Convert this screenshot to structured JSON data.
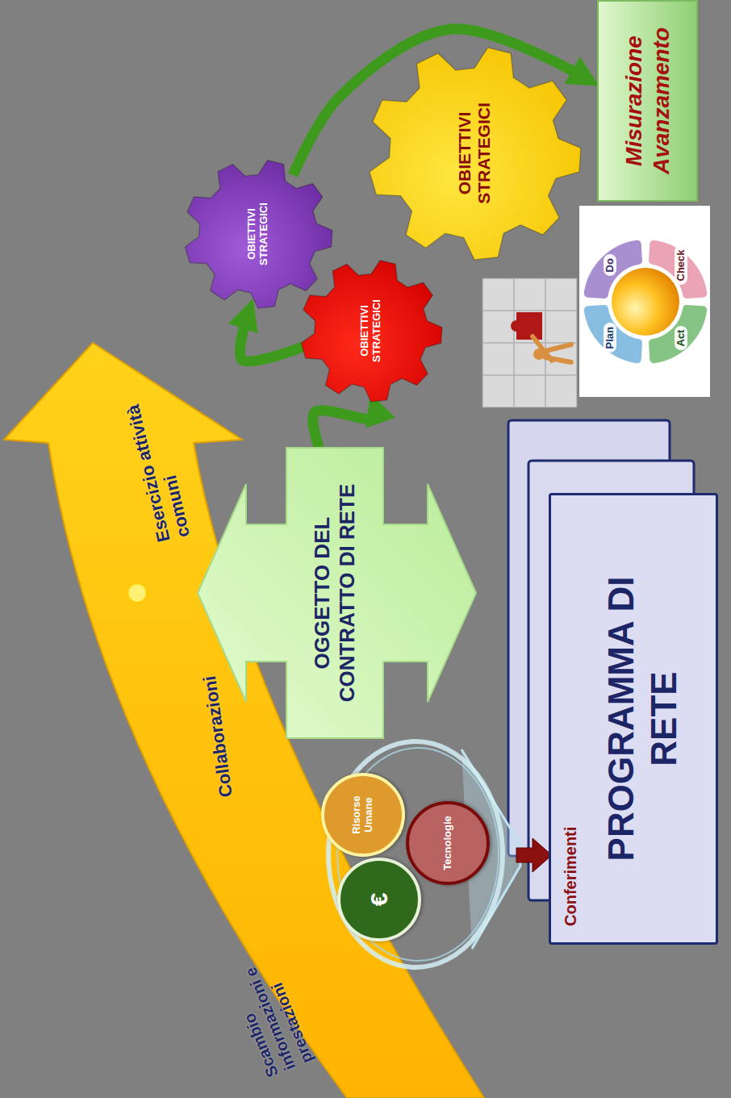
{
  "diagram": {
    "nodes": [
      {
        "text": [
          "OGGETTO DEL CONTRATTO DI RETE"
        ]
      },
      {
        "text": [
          "OBIETTIVI STRATEGICI"
        ]
      },
      {
        "text": [
          "OBIETTIVI STRATEGICI"
        ]
      },
      {
        "text": [
          "OBIETTIVI STRATEGICI"
        ]
      },
      {
        "text": [
          "Misurazione Avanzamento"
        ]
      },
      {
        "text": [
          "Conferimenti",
          "PROGRAMMA DI RETE"
        ]
      },
      {
        "text": [
          "Risorse Umane"
        ]
      },
      {
        "text": [
          "Tecnologie"
        ]
      },
      {
        "text": [
          "€"
        ]
      }
    ],
    "edges": [
      {
        "from": 0,
        "to": 2,
        "arrow": "to"
      },
      {
        "from": 2,
        "to": 1,
        "arrow": "to"
      },
      {
        "from": 1,
        "to": 4,
        "arrow": "to"
      }
    ],
    "labels": [
      "Scambio informazioni e prestazioni",
      "Collaborazioni",
      "Esercizio attività comuni",
      "Plan",
      "Do",
      "Check",
      "Act"
    ]
  }
}
